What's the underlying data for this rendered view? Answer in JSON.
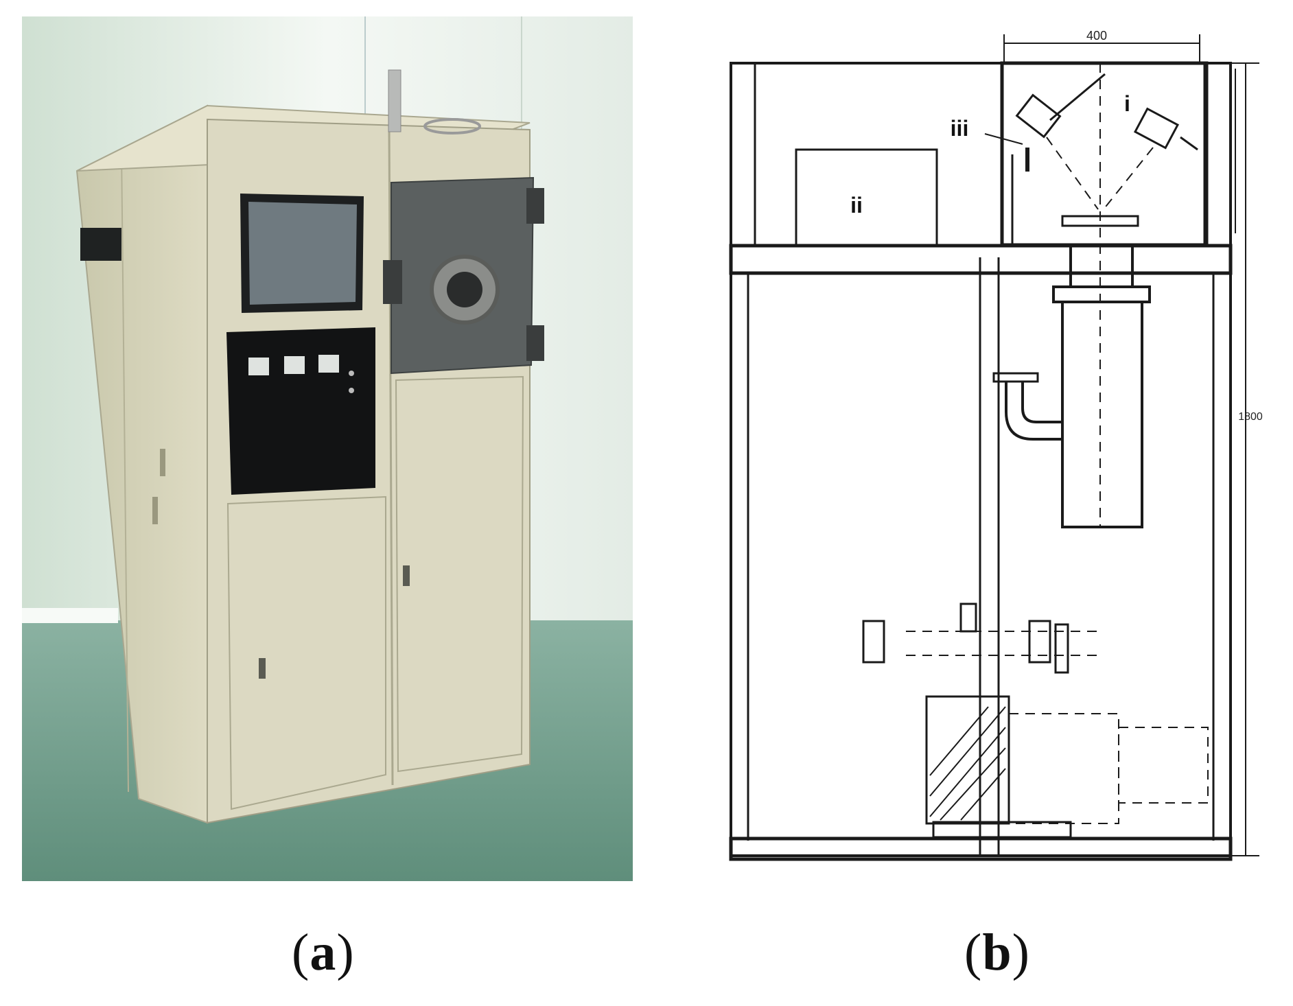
{
  "figure": {
    "panel_a": {
      "label": "a",
      "caption_open": "(",
      "caption_close": ")"
    },
    "panel_b": {
      "label": "b",
      "caption_open": "(",
      "caption_close": ")",
      "dimension_width": "400",
      "dimension_height": "1800",
      "component_labels": {
        "i": "i",
        "ii": "ii",
        "iii": "iii"
      }
    }
  },
  "colors": {
    "cabinet": "#d9d6bf",
    "wall": "#dfe9df",
    "floor": "#7fa897",
    "door": "#555a5a",
    "panel": "#111111",
    "line": "#1a1a1a"
  }
}
